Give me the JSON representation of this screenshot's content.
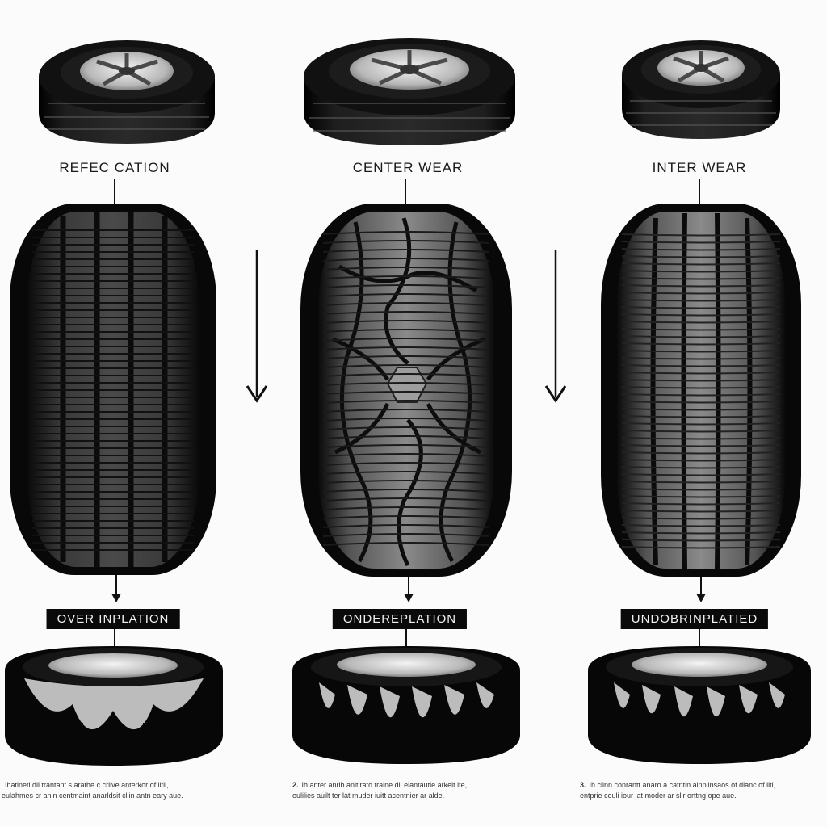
{
  "top_labels": [
    "REFEC CATION",
    "CENTER WEAR",
    "INTER WEAR"
  ],
  "bottom_tags": [
    "OVER INPLATION",
    "ONDEREPLATION",
    "UNDOBRINPLATIED"
  ],
  "captions": [
    {
      "number": "",
      "line1": "Ihatinetl dll trantant s arathe c criive anterkor of litii,",
      "line2": "eulahmes cr anin centmaint anarldsit cliin antn eary aue."
    },
    {
      "number": "2.",
      "line1": "Ih anter anrib anitiratd traine dll elantautie arkeit lte,",
      "line2": "eulilies auilt ter lat muder iuitt acentnier ar alde."
    },
    {
      "number": "3.",
      "line1": "Ih clinn conrantt anaro a catntin ainplinsaos of dianc of llti,",
      "line2": "entprie ceuli iour lat moder ar slir orttng ope aue."
    }
  ],
  "colors": {
    "background": "#fbfbfb",
    "tire": "#0d0d0d",
    "tread_highlight": "#8a8a8a",
    "tag_background": "#0a0a0a"
  },
  "icons": [
    "down-arrow-icon",
    "down-arrow-icon"
  ]
}
